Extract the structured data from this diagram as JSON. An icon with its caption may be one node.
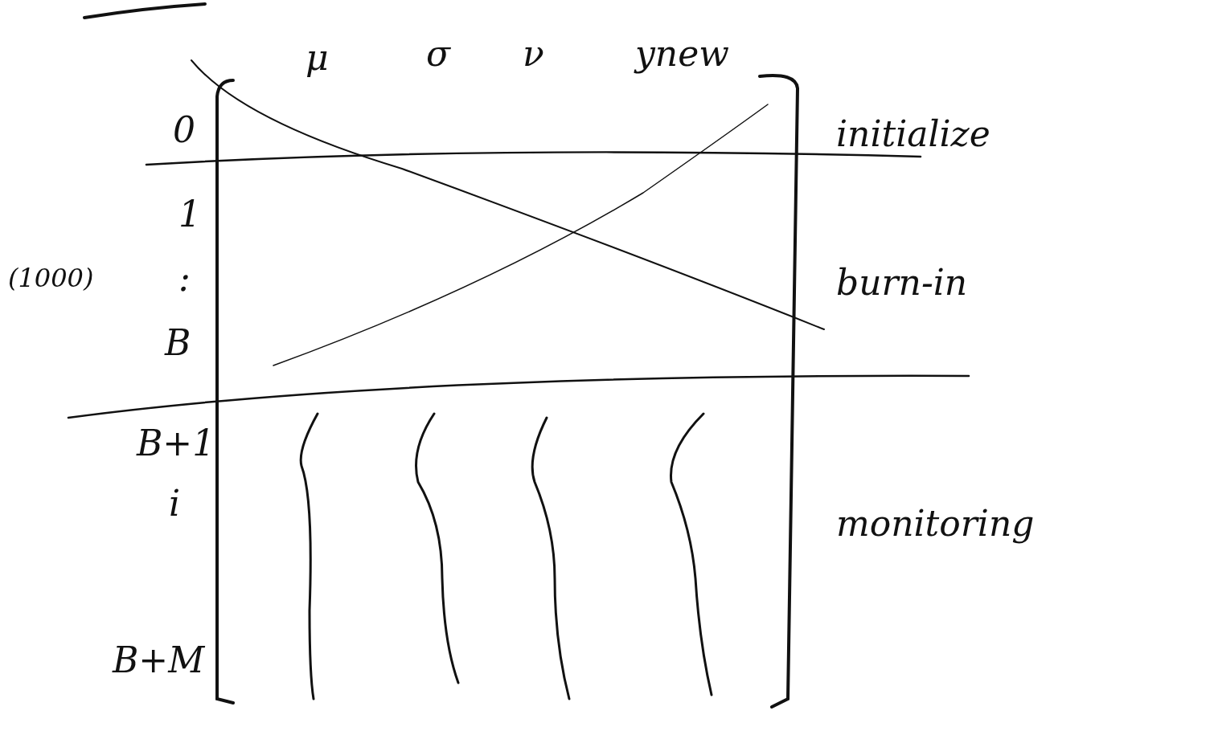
{
  "diagram": {
    "labels": [
      "μ",
      "σ",
      "ν",
      "ynew",
      "0",
      "initialize",
      "1",
      ":",
      "(1000)",
      "B",
      "burn-in",
      "B+1",
      "i",
      "monitoring",
      "B+M"
    ]
  }
}
